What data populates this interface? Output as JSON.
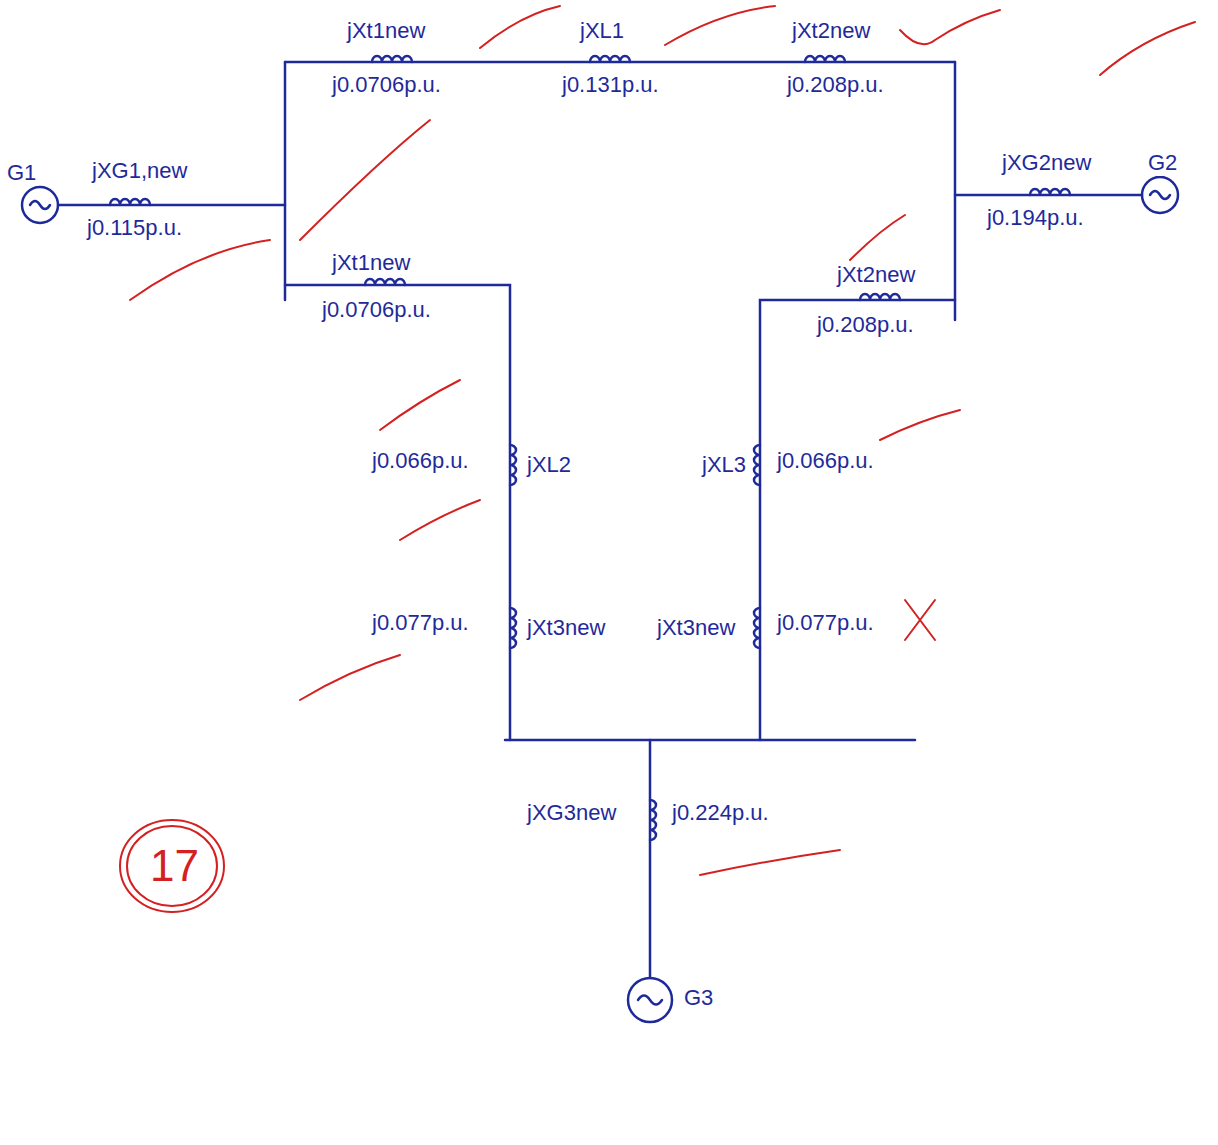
{
  "diagram": {
    "labels": [
      "jXt1new",
      "jXL1",
      "jXt2new",
      "j0.0706p.u.",
      "j0.131p.u.",
      "j0.208p.u.",
      "G1",
      "jXG1,new",
      "jXG2new",
      "G2",
      "j0.115p.u.",
      "j0.194p.u.",
      "jXt1new",
      "jXt2new",
      "j0.0706p.u.",
      "j0.208p.u.",
      "j0.066p.u.",
      "jXL2",
      "jXL3",
      "j0.066p.u.",
      "j0.077p.u.",
      "jXt3new",
      "jXt3new",
      "j0.077p.u.",
      "jXG3new",
      "j0.224p.u.",
      "17",
      "G3"
    ]
  }
}
